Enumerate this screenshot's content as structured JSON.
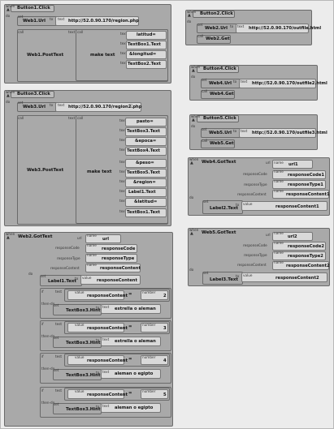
{
  "labels": {
    "when": "when",
    "do": "do",
    "call": "call",
    "set": "set",
    "to": "to",
    "url": "url",
    "text": "text",
    "value": "value",
    "name": "name",
    "if": "if",
    "then_do": "then-do",
    "test": "test",
    "number": "number",
    "response_code": "responseCode",
    "response_type": "responseType",
    "response_content": "responseContent",
    "make_text": "make text",
    "equals": "=",
    "arrow": "▲"
  },
  "button1": {
    "event": "Button1.Click",
    "setter": "Web1.Url",
    "url": "http://52.0.90.170/region.php",
    "call": "Web1.PostText",
    "parts": [
      "latitud=",
      "TextBox1.Text",
      "&longitud=",
      "TextBox2.Text"
    ]
  },
  "button3": {
    "event": "Button3.Click",
    "setter": "Web3.Url",
    "url": "http://52.0.90.170/region2.php",
    "call": "Web3.PostText",
    "parts": [
      "pasto=",
      "TextBox3.Text",
      "&epoca=",
      "TextBox4.Text",
      "&peso=",
      "TextBox5.Text",
      "&region=",
      "Label1.Text",
      "&latitud=",
      "TextBox1.Text"
    ]
  },
  "button2": {
    "event": "Button2.Click",
    "setter": "Web2.Url",
    "url": "http://52.0.90.170/outfile.html",
    "call": "Web2.Get"
  },
  "button4": {
    "event": "Button4.Click",
    "setter": "Web4.Url",
    "url": "http://52.0.90.170/outfile2.html",
    "call": "Web4.Get"
  },
  "button5": {
    "event": "Button5.Click",
    "setter": "Web5.Url",
    "url": "http://52.0.90.170/outfile3.html",
    "call": "Web5.Get"
  },
  "web4": {
    "event": "Web4.GotText",
    "params": [
      "url1",
      "responseCode1",
      "responseType1",
      "responseContent1"
    ],
    "setter": "Label2.Text",
    "value": "responseContent1"
  },
  "web5": {
    "event": "Web5.GotText",
    "params": [
      "url2",
      "responseCode2",
      "responseType2",
      "responseContent2"
    ],
    "setter": "Label3.Text",
    "value": "responseContent2"
  },
  "web2": {
    "event": "Web2.GotText",
    "params": [
      "url",
      "responseCode",
      "responseType",
      "responseContent"
    ],
    "setter": "Label1.Text",
    "value": "responseContent",
    "ifs": [
      {
        "test_value": "responseContent",
        "number": "2",
        "target": "TextBox3.Hint",
        "text": "estrella o aleman"
      },
      {
        "test_value": "responseContent",
        "number": "3",
        "target": "TextBox3.Hint",
        "text": "estrella o aleman"
      },
      {
        "test_value": "responseContent",
        "number": "4",
        "target": "TextBox3.Hint",
        "text": "aleman o egipto"
      },
      {
        "test_value": "responseContent",
        "number": "5",
        "target": "TextBox3.Hint",
        "text": "aleman o egipto"
      }
    ]
  }
}
